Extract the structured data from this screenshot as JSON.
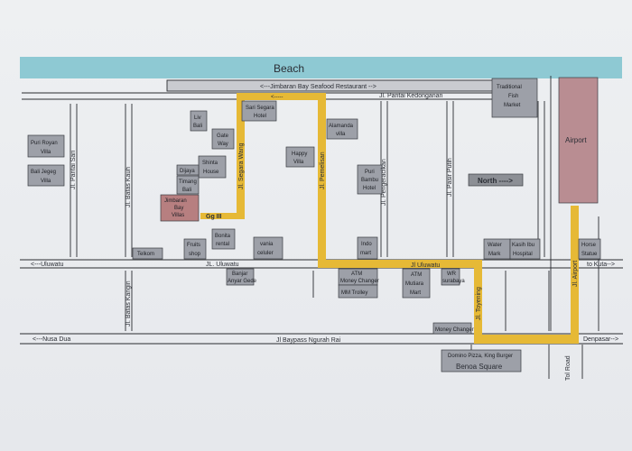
{
  "map": {
    "beach": "Beach",
    "roads": {
      "top_restaurant": "<---Jimbaran Bay Seafood Restaurant -->",
      "pantai_kedonganan": "Jl. Pantai Kedonganan",
      "uluwatu_left": "<---Uluwatu",
      "uluwatu_mid": "JL. Uluwatu",
      "uluwatu_main": "Jl Uluwatu",
      "to_kuta": "to Kuta-->",
      "nusa_dua": "<---Nusa Dua",
      "bypass": "Jl  Baypass Ngurah Rai",
      "denpasar": "Denpasar-->",
      "pantai_sari": "Jl. Pantai Sari",
      "batas_kauh": "Jl. Batas Kauh",
      "batas_kangin": "Jl. Batas Kangin",
      "segara_wang": "Jl. Segara Wang",
      "pemelisan": "Jl. Pemelisan",
      "pengeracikan": "Jl. Pengeracikan",
      "pasir_putih": "Jl. Pasir Putih",
      "toyaning": "Jl. Toyening",
      "airport_road": "Jl. Airport",
      "tol_road": "Tol Road",
      "gg_iii": "Gg III",
      "arrow_left": "<-----"
    },
    "north": "North ---->",
    "places": {
      "liv_bali_1": "Liv",
      "liv_bali_2": "Bali",
      "sari_segara_1": "Sari Segara",
      "sari_segara_2": "Hotel",
      "gate_way_1": "Gate",
      "gate_way_2": "Way",
      "shinta_1": "Shinta",
      "shinta_2": "House",
      "dijaya": "Dijaya",
      "timang_1": "Timang",
      "timang_2": "Bali",
      "jimbaran_1": "Jimbaran",
      "jimbaran_2": "Bay",
      "jimbaran_3": "Villas",
      "puri_royan_1": "Puri Royan",
      "puri_royan_2": "Villa",
      "bali_jegeg_1": "Bali Jegeg",
      "bali_jegeg_2": "Villa",
      "alamanda_1": "Alamanda",
      "alamanda_2": "villa",
      "happy_1": "Happy",
      "happy_2": "Villa",
      "puri_bambu_1": "Puri",
      "puri_bambu_2": "Bambu",
      "puri_bambu_3": "Hotel",
      "fish_1": "Traditional",
      "fish_2": "Fish",
      "fish_3": "Market",
      "airport": "Airport",
      "telkom": "Telkom",
      "fruits_1": "Fruits",
      "fruits_2": "shop",
      "bonita_1": "Bonita",
      "bonita_2": "rental",
      "vania_1": "vania",
      "vania_2": "celuler",
      "indomart_1": "Indo",
      "indomart_2": "mart",
      "water_1": "Water",
      "water_2": "Mark",
      "kasih_1": "Kasih Ibu",
      "kasih_2": "Hospital",
      "horse_1": "Horse",
      "horse_2": "Statue",
      "banjar_1": "Banjar",
      "banjar_2": "Anyar Gede",
      "atm_mc_1": "ATM",
      "atm_mc_2": "Money Changer",
      "mm_trolley": "MM Trolley",
      "atm_mutiara_1": "ATM",
      "atm_mutiara_2": "Mutiara",
      "atm_mutiara_3": "Mart",
      "wr_1": "WR",
      "wr_2": "surabaya",
      "money_changer": "Money Changer",
      "domino": "Domino Pizza, King Burger",
      "benoa": "Benoa Square"
    }
  }
}
